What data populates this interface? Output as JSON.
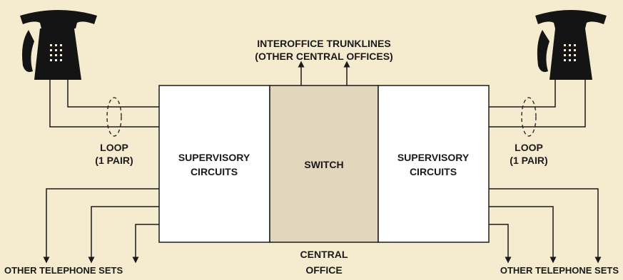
{
  "trunk": {
    "line1": "INTEROFFICE TRUNKLINES",
    "line2": "(OTHER CENTRAL OFFICES)"
  },
  "blocks": {
    "left": {
      "line1": "SUPERVISORY",
      "line2": "CIRCUITS"
    },
    "center": {
      "line1": "SWITCH"
    },
    "right": {
      "line1": "SUPERVISORY",
      "line2": "CIRCUITS"
    }
  },
  "loop_left": {
    "line1": "LOOP",
    "line2": "(1 PAIR)"
  },
  "loop_right": {
    "line1": "LOOP",
    "line2": "(1 PAIR)"
  },
  "central_office": {
    "line1": "CENTRAL",
    "line2": "OFFICE"
  },
  "other_sets_left": "OTHER TELEPHONE SETS",
  "other_sets_right": "OTHER TELEPHONE SETS",
  "icons": {
    "left_phone": "telephone-icon",
    "right_phone": "telephone-icon"
  },
  "colors": {
    "background": "#f5ecd0",
    "switch_fill": "#e2d6bd",
    "block_fill": "#ffffff",
    "ink": "#1a1a1a"
  }
}
